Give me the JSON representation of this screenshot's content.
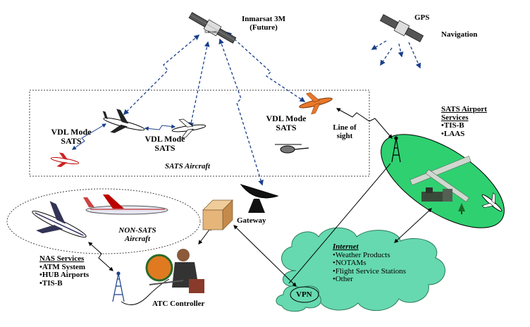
{
  "satellites": {
    "inmarsat_line1": "Inmarsat 3M",
    "inmarsat_line2": "(Future)",
    "inmarsat_body_text": "Satcom",
    "gps": "GPS",
    "navigation": "Navigation"
  },
  "sats_aircraft_region": {
    "label": "SATS Aircraft",
    "vdl_left": [
      "VDL Mode",
      "SATS"
    ],
    "vdl_center": [
      "VDL Mode",
      "SATS"
    ],
    "vdl_right": [
      "VDL Mode",
      "SATS"
    ],
    "line_of_sight": [
      "Line of",
      "sight"
    ]
  },
  "sats_airport": {
    "title_lines": [
      "SATS Airport",
      "Services"
    ],
    "items": [
      "TIS-B",
      "LAAS"
    ]
  },
  "non_sats": {
    "label_lines": [
      "NON-SATS",
      "Aircraft"
    ]
  },
  "nas_services": {
    "title": "NAS Services",
    "items": [
      "ATM System",
      "HUB Airports",
      "TIS-B"
    ]
  },
  "gateway": {
    "label": "Gateway"
  },
  "atc": {
    "label": "ATC Controller"
  },
  "internet": {
    "title": "Internet",
    "items": [
      "Weather Products",
      "NOTAMs",
      "Flight Service Stations",
      "Other"
    ],
    "vpn": "VPN"
  },
  "colors": {
    "dashed_link": "#1a3f8c",
    "solid_link": "#000000",
    "cloud_fill": "#66d9b0",
    "airport_fill": "#2fd070",
    "gateway_box": "#e6b57a",
    "aircraft_orange": "#e9772a"
  }
}
